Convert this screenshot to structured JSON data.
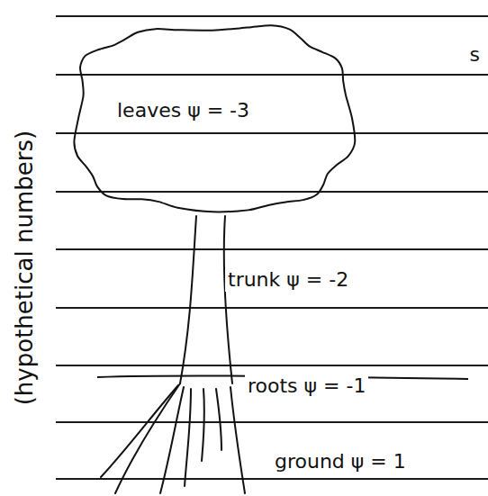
{
  "diagram": {
    "nodes": [
      {
        "text": [
          "leaves ψ = -3"
        ]
      }
    ],
    "labels": [
      "trunk ψ = -2",
      "roots ψ = -1",
      "ground ψ = 1",
      "(hypothetical numbers)",
      "s"
    ]
  }
}
